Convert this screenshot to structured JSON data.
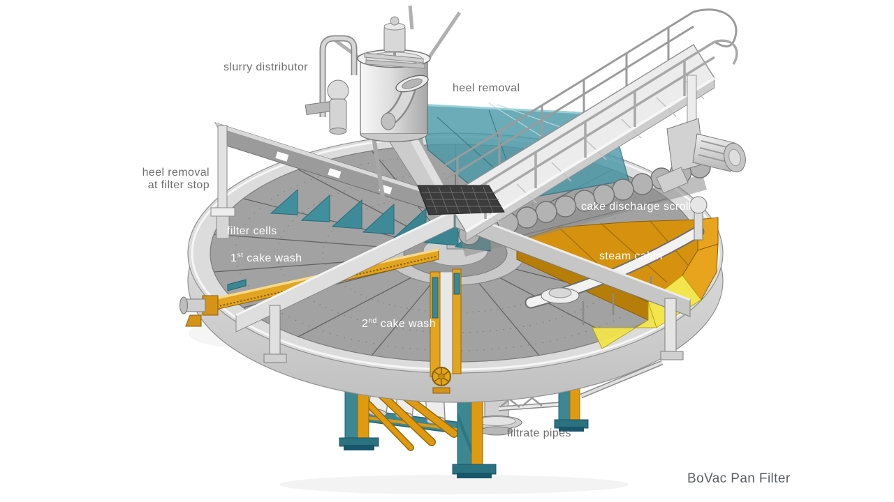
{
  "title": "BoVac Pan Filter",
  "labels": {
    "slurry_distributor": "slurry distributor",
    "heel_removal": "heel removal",
    "heel_removal_at_filter_stop": {
      "line1": "heel removal",
      "line2": "at filter stop"
    },
    "filter_cells": "filter cells",
    "first_cake_wash": {
      "num": "1",
      "sup": "st",
      "rest": "cake wash"
    },
    "second_cake_wash": {
      "num": "2",
      "sup": "nd",
      "rest": "cake wash"
    },
    "cake_discharge_scroll": "cake discharge scroll",
    "steam_cabin": "steam cabin",
    "filtrate_pipes": "filtrate pipes"
  },
  "colors": {
    "label_gray": "#6e6e6e",
    "label_white": "#ffffff",
    "title_gray": "#5a5e63",
    "teal": "#4b9aa9",
    "teal_dark": "#1f6372",
    "orange": "#e09a10",
    "orange_dark": "#b67d08",
    "yellow": "#f2e54d",
    "pan_gray": "#a2a2a2",
    "rim_gray": "#d9d9d9"
  }
}
